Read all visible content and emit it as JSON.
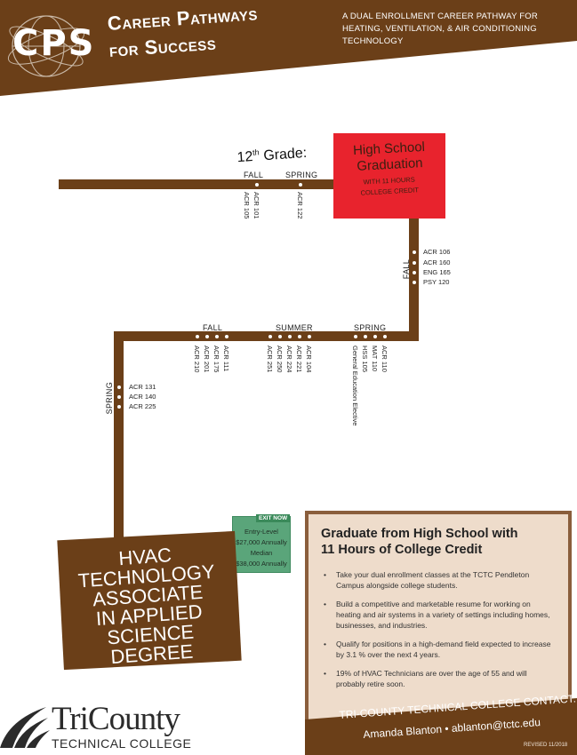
{
  "header": {
    "logo_text": "CPS",
    "title_line1": "Career Pathways",
    "title_line2": "for Success",
    "subtitle": "A DUAL ENROLLMENT CAREER PATHWAY FOR HEATING, VENTILATION, & AIR CONDITIONING TECHNOLOGY"
  },
  "grade": {
    "number": "12",
    "suffix": "th",
    "label": "Grade:"
  },
  "row1": {
    "fall_label": "FALL",
    "fall_courses": [
      "ACR 101",
      "ACR 105"
    ],
    "spring_label": "SPRING",
    "spring_courses": [
      "ACR 122"
    ]
  },
  "graduation": {
    "title_line1": "High School",
    "title_line2": "Graduation",
    "sub_line1": "WITH 11 HOURS",
    "sub_line2": "COLLEGE CREDIT"
  },
  "fall_vertical": {
    "label": "FALL",
    "courses": [
      "ACR 106",
      "ACR 160",
      "ENG 165",
      "PSY 120"
    ]
  },
  "row2": {
    "fall_label": "FALL",
    "fall_courses": [
      "ACR 111",
      "ACR 175",
      "ACR 201",
      "ACR 210"
    ],
    "summer_label": "SUMMER",
    "summer_courses": [
      "ACR 104",
      "ACR 221",
      "ACR 224",
      "ACR 250",
      "ACR 251"
    ],
    "spring_label": "SPRING",
    "spring_courses": [
      "ACR 110",
      "MAT 110",
      "HSS 105",
      "General Education Elective"
    ]
  },
  "spring_vertical": {
    "label": "SPRING",
    "courses": [
      "ACR 131",
      "ACR 140",
      "ACR 225"
    ]
  },
  "exit": {
    "tag": "EXIT NOW",
    "line1": "Entry-Level",
    "line2": "$27,000 Annually",
    "line3": "Median",
    "line4": "$38,000 Annually"
  },
  "degree": {
    "line1": "HVAC",
    "line2": "TECHNOLOGY",
    "line3": "ASSOCIATE",
    "line4": "IN APPLIED",
    "line5": "SCIENCE DEGREE"
  },
  "info": {
    "heading_line1": "Graduate from High School with",
    "heading_line2": "11 Hours of College Credit",
    "bullets": [
      "Take your dual enrollment classes at the TCTC Pendleton Campus alongside college students.",
      "Build a competitive and marketable resume for working on heating and air systems in a variety of settings including homes, businesses, and industries.",
      "Qualify for positions in a high-demand field expected to increase by 3.1 % over the next 4 years.",
      "19% of HVAC Technicians are over the age of 55 and will probably retire soon."
    ]
  },
  "contact": {
    "line1": "TRI-COUNTY TECHNICAL COLLEGE CONTACT:",
    "line2": "Amanda Blanton • ablanton@tctc.edu",
    "revised": "REVISED 11/2018"
  },
  "college": {
    "name": "TriCounty",
    "sub": "TECHNICAL COLLEGE"
  },
  "colors": {
    "brown": "#6b3f18",
    "red": "#e8232d",
    "green": "#5aa57a",
    "info_bg": "#eedccb"
  }
}
